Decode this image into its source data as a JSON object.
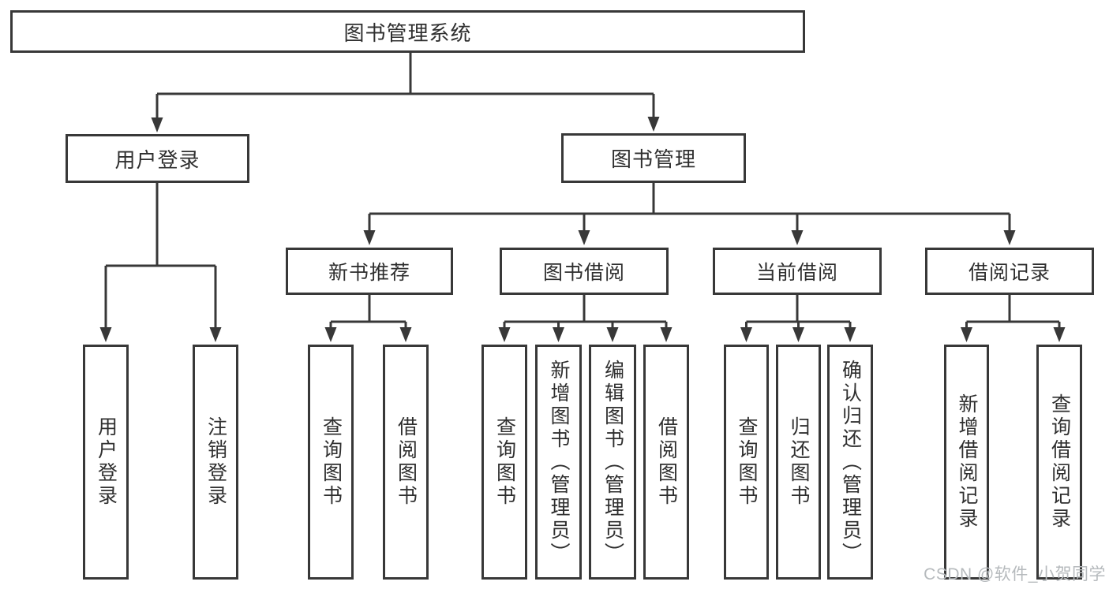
{
  "colors": {
    "line": "#383838",
    "box_border": "#383838",
    "text": "#2f2f2f",
    "watermark": "#b6babd",
    "background": "#ffffff"
  },
  "tree": {
    "root": {
      "label": "图书管理系统",
      "children": [
        {
          "label": "用户登录",
          "children": [
            {
              "label": "用户登录"
            },
            {
              "label": "注销登录"
            }
          ]
        },
        {
          "label": "图书管理",
          "children": [
            {
              "label": "新书推荐",
              "children": [
                {
                  "label": "查询图书"
                },
                {
                  "label": "借阅图书"
                }
              ]
            },
            {
              "label": "图书借阅",
              "children": [
                {
                  "label": "查询图书"
                },
                {
                  "label": "新增图书（管理员）"
                },
                {
                  "label": "编辑图书（管理员）"
                },
                {
                  "label": "借阅图书"
                }
              ]
            },
            {
              "label": "当前借阅",
              "children": [
                {
                  "label": "查询图书"
                },
                {
                  "label": "归还图书"
                },
                {
                  "label": "确认归还（管理员）"
                }
              ]
            },
            {
              "label": "借阅记录",
              "children": [
                {
                  "label": "新增借阅记录"
                },
                {
                  "label": "查询借阅记录"
                }
              ]
            }
          ]
        }
      ]
    }
  },
  "watermark": {
    "text": "CSDN @软件_小贺同学"
  }
}
